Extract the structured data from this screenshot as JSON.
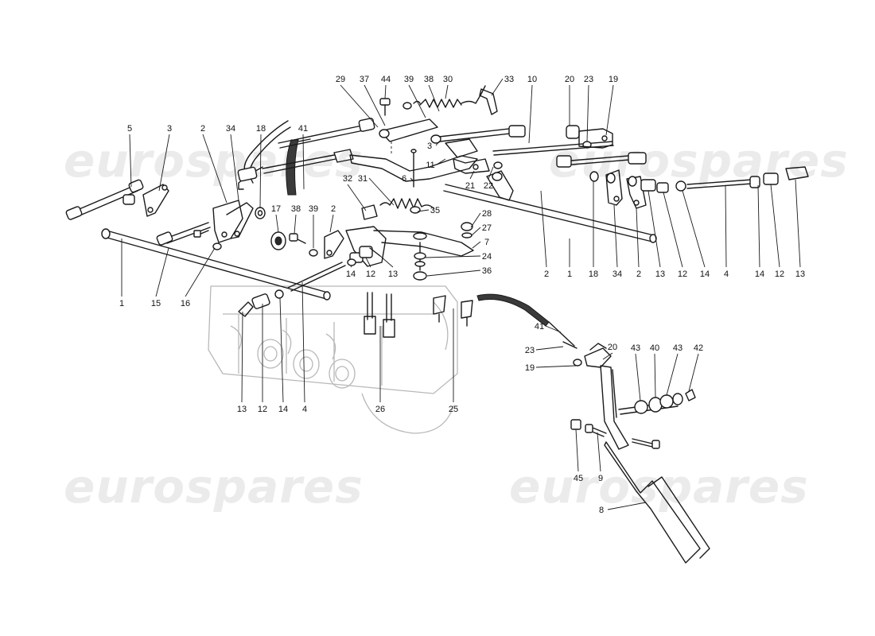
{
  "watermark": {
    "text": "eurospares"
  },
  "callout_labels": [
    "29",
    "37",
    "44",
    "39",
    "38",
    "30",
    "33",
    "10",
    "20",
    "23",
    "19",
    "5",
    "3",
    "2",
    "34",
    "18",
    "41",
    "3",
    "11",
    "6",
    "21",
    "22",
    "32",
    "31",
    "35",
    "17",
    "38",
    "39",
    "2",
    "28",
    "27",
    "7",
    "24",
    "36",
    "14",
    "12",
    "13",
    "1",
    "15",
    "16",
    "2",
    "1",
    "18",
    "34",
    "2",
    "13",
    "12",
    "14",
    "4",
    "14",
    "12",
    "13",
    "41",
    "23",
    "20",
    "19",
    "43",
    "40",
    "43",
    "42",
    "13",
    "12",
    "14",
    "4",
    "26",
    "25",
    "45",
    "9",
    "8"
  ]
}
